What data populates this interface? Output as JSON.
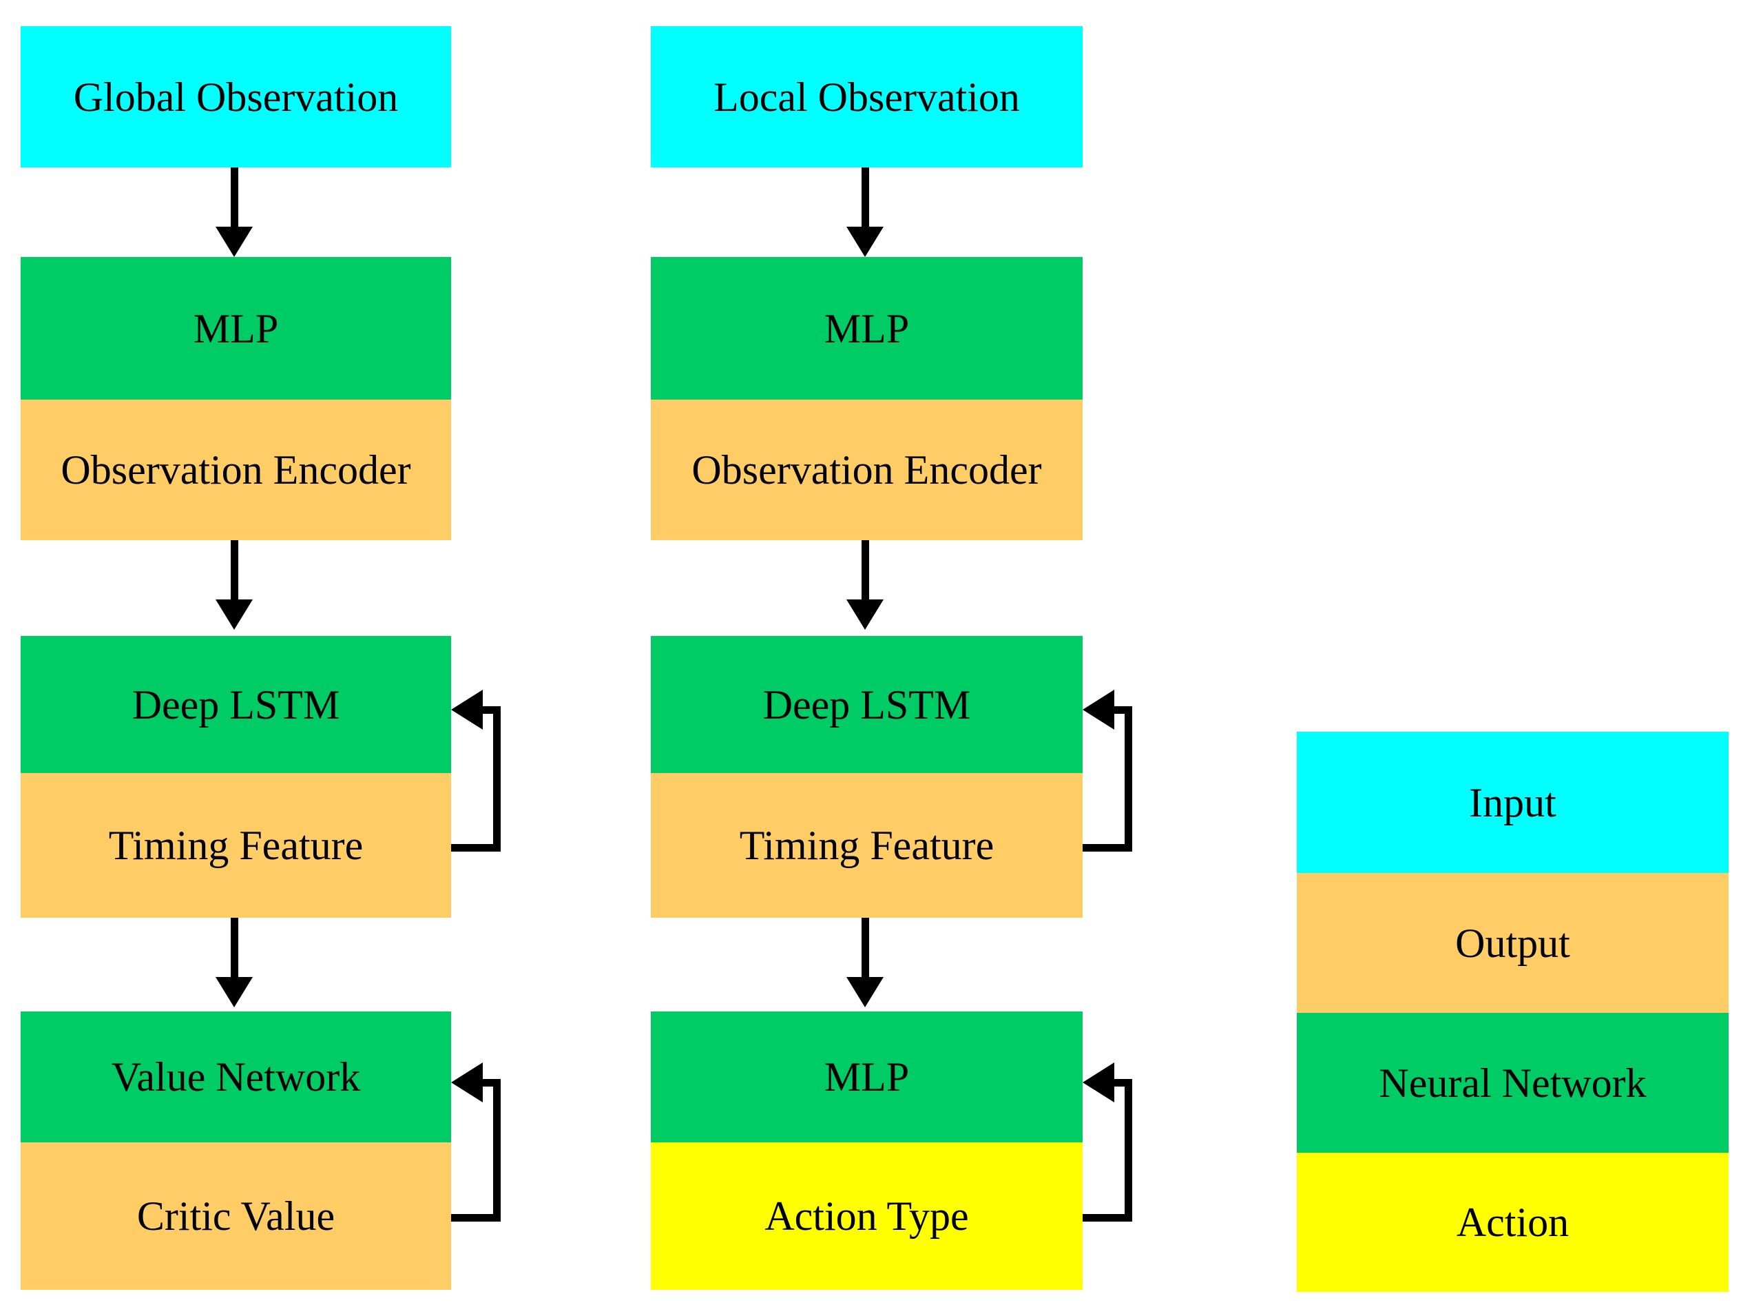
{
  "diagram": {
    "title": "Actor-Critic network architecture diagram",
    "colors": {
      "input": "#00FFFF",
      "output": "#FFCC66",
      "neural_network": "#00CC66",
      "action": "#FFFF00",
      "arrow": "#000000",
      "background": "#FFFFFF"
    },
    "columns": [
      {
        "name": "critic-column",
        "blocks": [
          {
            "id": "global-observation",
            "bands": [
              {
                "label": "Global Observation",
                "kind": "input"
              }
            ]
          },
          {
            "id": "global-encoder",
            "bands": [
              {
                "label": "MLP",
                "kind": "neural_network"
              },
              {
                "label": "Observation Encoder",
                "kind": "output"
              }
            ]
          },
          {
            "id": "global-lstm",
            "bands": [
              {
                "label": "Deep LSTM",
                "kind": "neural_network"
              },
              {
                "label": "Timing Feature",
                "kind": "output"
              }
            ]
          },
          {
            "id": "value-network",
            "bands": [
              {
                "label": "Value Network",
                "kind": "neural_network"
              },
              {
                "label": "Critic Value",
                "kind": "output"
              }
            ]
          }
        ]
      },
      {
        "name": "actor-column",
        "blocks": [
          {
            "id": "local-observation",
            "bands": [
              {
                "label": "Local Observation",
                "kind": "input"
              }
            ]
          },
          {
            "id": "local-encoder",
            "bands": [
              {
                "label": "MLP",
                "kind": "neural_network"
              },
              {
                "label": "Observation Encoder",
                "kind": "output"
              }
            ]
          },
          {
            "id": "local-lstm",
            "bands": [
              {
                "label": "Deep LSTM",
                "kind": "neural_network"
              },
              {
                "label": "Timing Feature",
                "kind": "output"
              }
            ]
          },
          {
            "id": "action-head",
            "bands": [
              {
                "label": "MLP",
                "kind": "neural_network"
              },
              {
                "label": "Action Type",
                "kind": "action"
              }
            ]
          }
        ]
      }
    ],
    "legend": {
      "name": "legend-column",
      "bands": [
        {
          "label": "Input",
          "kind": "input"
        },
        {
          "label": "Output",
          "kind": "output"
        },
        {
          "label": "Neural Network",
          "kind": "neural_network"
        },
        {
          "label": "Action",
          "kind": "action"
        }
      ]
    }
  }
}
